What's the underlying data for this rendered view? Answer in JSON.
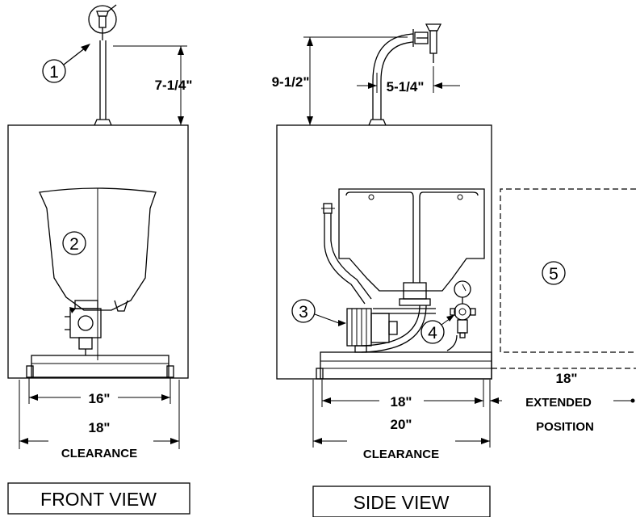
{
  "front": {
    "height_dim": "7-1/4\"",
    "inner_width_dim": "16\"",
    "clearance_width_dim": "18\"",
    "clearance_label": "CLEARANCE",
    "view_title": "FRONT VIEW",
    "callout_1": "1",
    "callout_2": "2"
  },
  "side": {
    "height_dim": "9-1/2\"",
    "offset_dim": "5-1/4\"",
    "inner_width_dim": "18\"",
    "clearance_width_dim": "20\"",
    "clearance_label": "CLEARANCE",
    "extended_dim": "18\"",
    "extended_label": "EXTENDED",
    "position_label": "POSITION",
    "view_title": "SIDE VIEW",
    "callout_3": "3",
    "callout_4": "4",
    "callout_5": "5"
  }
}
